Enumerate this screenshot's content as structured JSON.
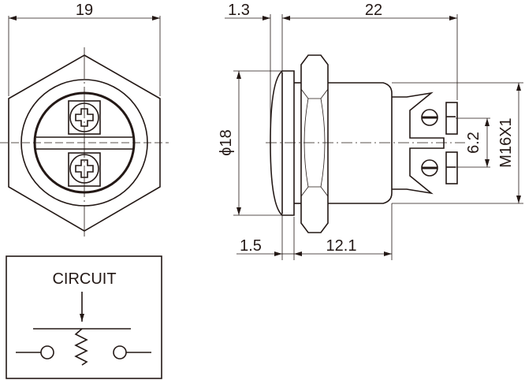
{
  "front_view": {
    "width_dim": "19"
  },
  "side_view": {
    "flange_dim": "1.3",
    "length_dim": "22",
    "diameter_dim": "ϕ18",
    "thread_dim": "M16X1",
    "terminal_pitch_dim": "6.2",
    "cap_dim": "1.5",
    "body_dim": "12.1"
  },
  "circuit": {
    "title": "CIRCUIT"
  }
}
